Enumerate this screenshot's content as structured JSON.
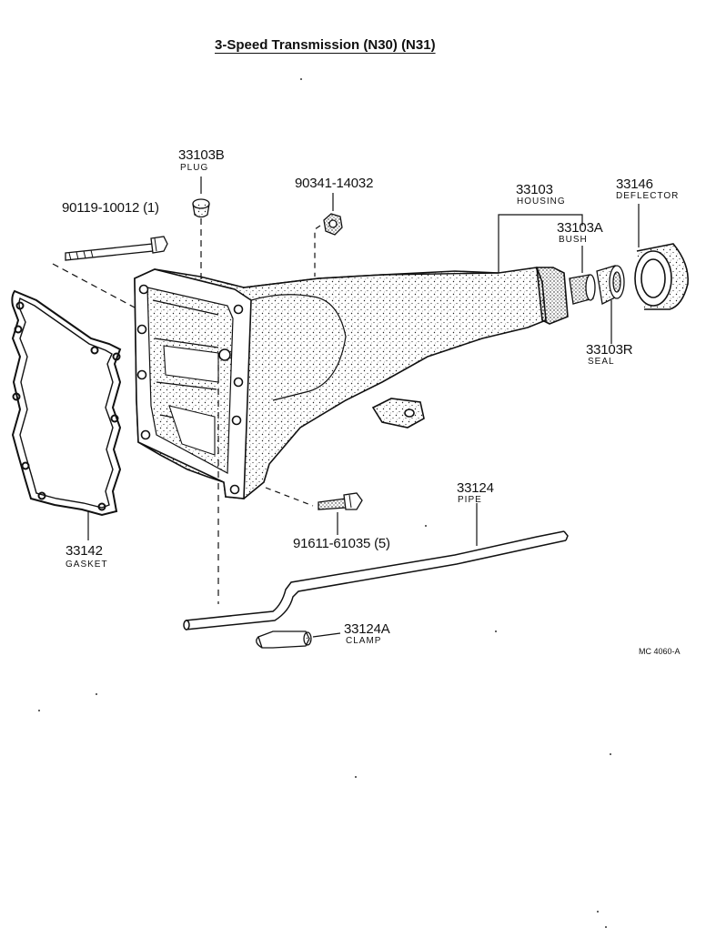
{
  "diagram": {
    "title": "3-Speed Transmission (N30) (N31)",
    "drawing_code": "MC 4060-A",
    "parts": [
      {
        "id": "p_plug",
        "number": "33103B",
        "name": "PLUG"
      },
      {
        "id": "p_nut",
        "number": "90341-14032",
        "name": ""
      },
      {
        "id": "p_housing",
        "number": "33103",
        "name": "HOUSING"
      },
      {
        "id": "p_deflector",
        "number": "33146",
        "name": "DEFLECTOR"
      },
      {
        "id": "p_bush",
        "number": "33103A",
        "name": "BUSH"
      },
      {
        "id": "p_bolt_long",
        "number": "90119-10012 (1)",
        "name": ""
      },
      {
        "id": "p_seal",
        "number": "33103R",
        "name": "SEAL"
      },
      {
        "id": "p_pipe",
        "number": "33124",
        "name": "PIPE"
      },
      {
        "id": "p_gasket",
        "number": "33142",
        "name": "GASKET"
      },
      {
        "id": "p_bolt_short",
        "number": "91611-61035 (5)",
        "name": ""
      },
      {
        "id": "p_clamp",
        "number": "33124A",
        "name": "CLAMP"
      }
    ]
  }
}
